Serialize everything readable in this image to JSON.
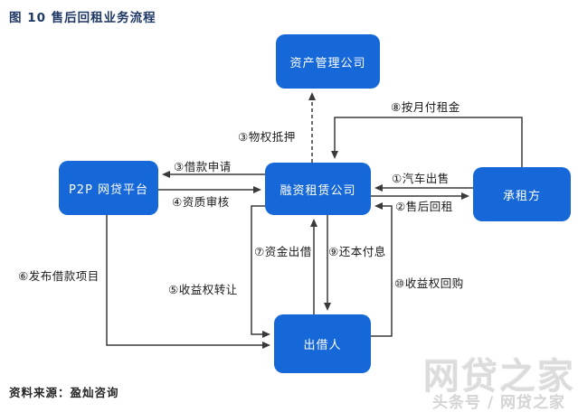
{
  "title": "图 10 售后回租业务流程",
  "source": "资料来源：盈灿咨询",
  "colors": {
    "node_fill": "#1667d8",
    "node_text": "#ffffff",
    "title_text": "#1f3864",
    "line": "#3a3a3a",
    "watermark": "#d9d9d9"
  },
  "nodes": {
    "asset_mgmt": "资产管理公司",
    "p2p": "P2P 网贷平台",
    "leasing": "融资租赁公司",
    "lessee": "承租方",
    "lender": "出借人"
  },
  "edges": {
    "e1": "①汽车出售",
    "e2": "②售后回租",
    "e3_pledge": "③物权抵押",
    "e3_loan": "③借款申请",
    "e4": "④资质审核",
    "e5": "⑤收益权转让",
    "e6": "⑥发布借款项目",
    "e7": "⑦资金出借",
    "e8": "⑧按月付租金",
    "e9": "⑨还本付息",
    "e10": "⑩收益权回购"
  },
  "watermark": {
    "big": "网贷之家",
    "small": "头条号 / 网贷之家"
  }
}
